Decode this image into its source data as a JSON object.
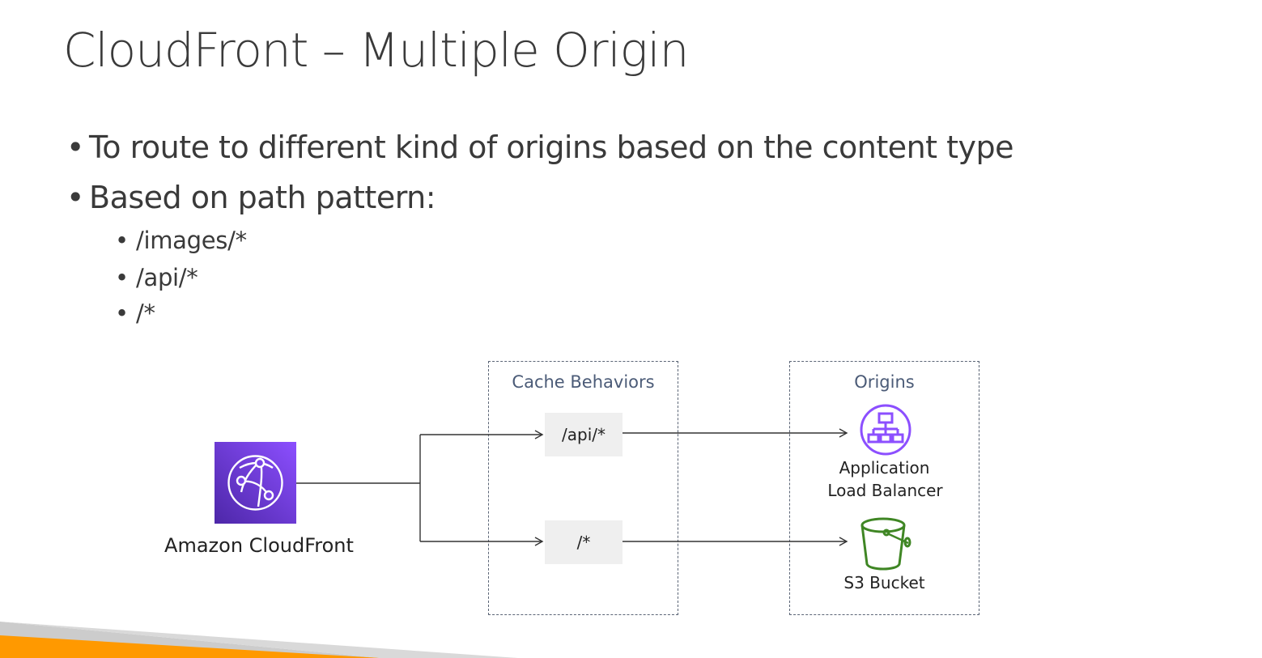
{
  "title": "CloudFront – Multiple Origin",
  "bullets": {
    "b1": "To route to different kind of origins based on the content type",
    "b2": "Based on path pattern:",
    "sub1": "/images/*",
    "sub2": "/api/*",
    "sub3": "/*"
  },
  "diagram": {
    "source_label": "Amazon CloudFront",
    "cache_behaviors_label": "Cache Behaviors",
    "origins_label": "Origins",
    "path_api": "/api/*",
    "path_default": "/*",
    "alb_label_line1": "Application",
    "alb_label_line2": "Load Balancer",
    "s3_label": "S3 Bucket"
  },
  "colors": {
    "cloudfront_start": "#4d27a8",
    "cloudfront_end": "#8c4fff",
    "alb": "#8c4fff",
    "s3": "#3f8624",
    "box_label": "#4b5b77",
    "accent_orange": "#f90",
    "accent_gray": "#cccccc"
  },
  "icons": {
    "source": "cloudfront-icon",
    "alb": "load-balancer-icon",
    "s3": "bucket-icon"
  }
}
